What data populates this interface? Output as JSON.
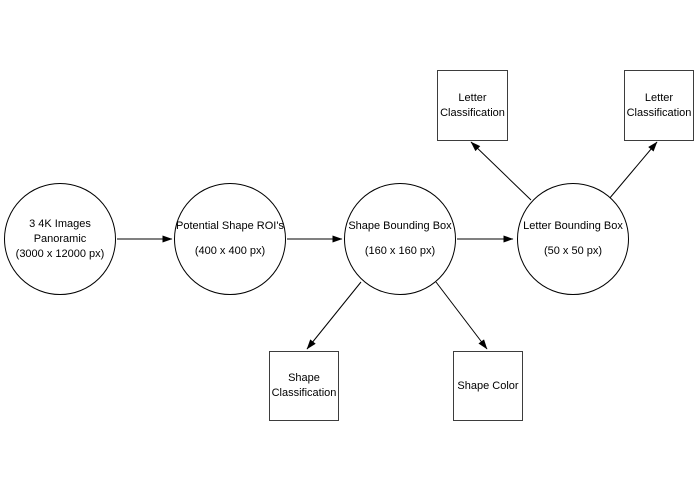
{
  "page": {
    "background": "#ffffff"
  },
  "palette": {
    "edge_stroke": "#000000",
    "ellipse_border": "#000000",
    "rectangle_border": "#3d3d3d",
    "text": "#000000",
    "node_fill": "#ffffff"
  },
  "nodes": {
    "panoramic": {
      "shape": "ellipse",
      "lines": [
        "3 4K Images",
        "Panoramic",
        "(3000 x 12000 px)"
      ]
    },
    "roi": {
      "shape": "ellipse",
      "title": "Potential Shape ROI's",
      "size": "(400 x 400 px)"
    },
    "shape_bbox": {
      "shape": "ellipse",
      "title": "Shape Bounding Box",
      "size": "(160 x 160 px)"
    },
    "letter_bbox": {
      "shape": "ellipse",
      "title": "Letter Bounding Box",
      "size": "(50 x 50 px)"
    },
    "letter_class_top": {
      "shape": "rectangle",
      "lines": [
        "Letter",
        "Classification"
      ]
    },
    "letter_class_right": {
      "shape": "rectangle",
      "lines": [
        "Letter",
        "Classification"
      ]
    },
    "shape_class": {
      "shape": "rectangle",
      "lines": [
        "Shape",
        "Classification"
      ]
    },
    "shape_color": {
      "shape": "rectangle",
      "lines": [
        "Shape Color"
      ]
    }
  },
  "edges": [
    {
      "from": "panoramic",
      "to": "roi"
    },
    {
      "from": "roi",
      "to": "shape_bbox"
    },
    {
      "from": "shape_bbox",
      "to": "letter_bbox"
    },
    {
      "from": "shape_bbox",
      "to": "shape_class"
    },
    {
      "from": "shape_bbox",
      "to": "shape_color"
    },
    {
      "from": "letter_bbox",
      "to": "letter_class_top"
    },
    {
      "from": "letter_bbox",
      "to": "letter_class_right"
    }
  ]
}
